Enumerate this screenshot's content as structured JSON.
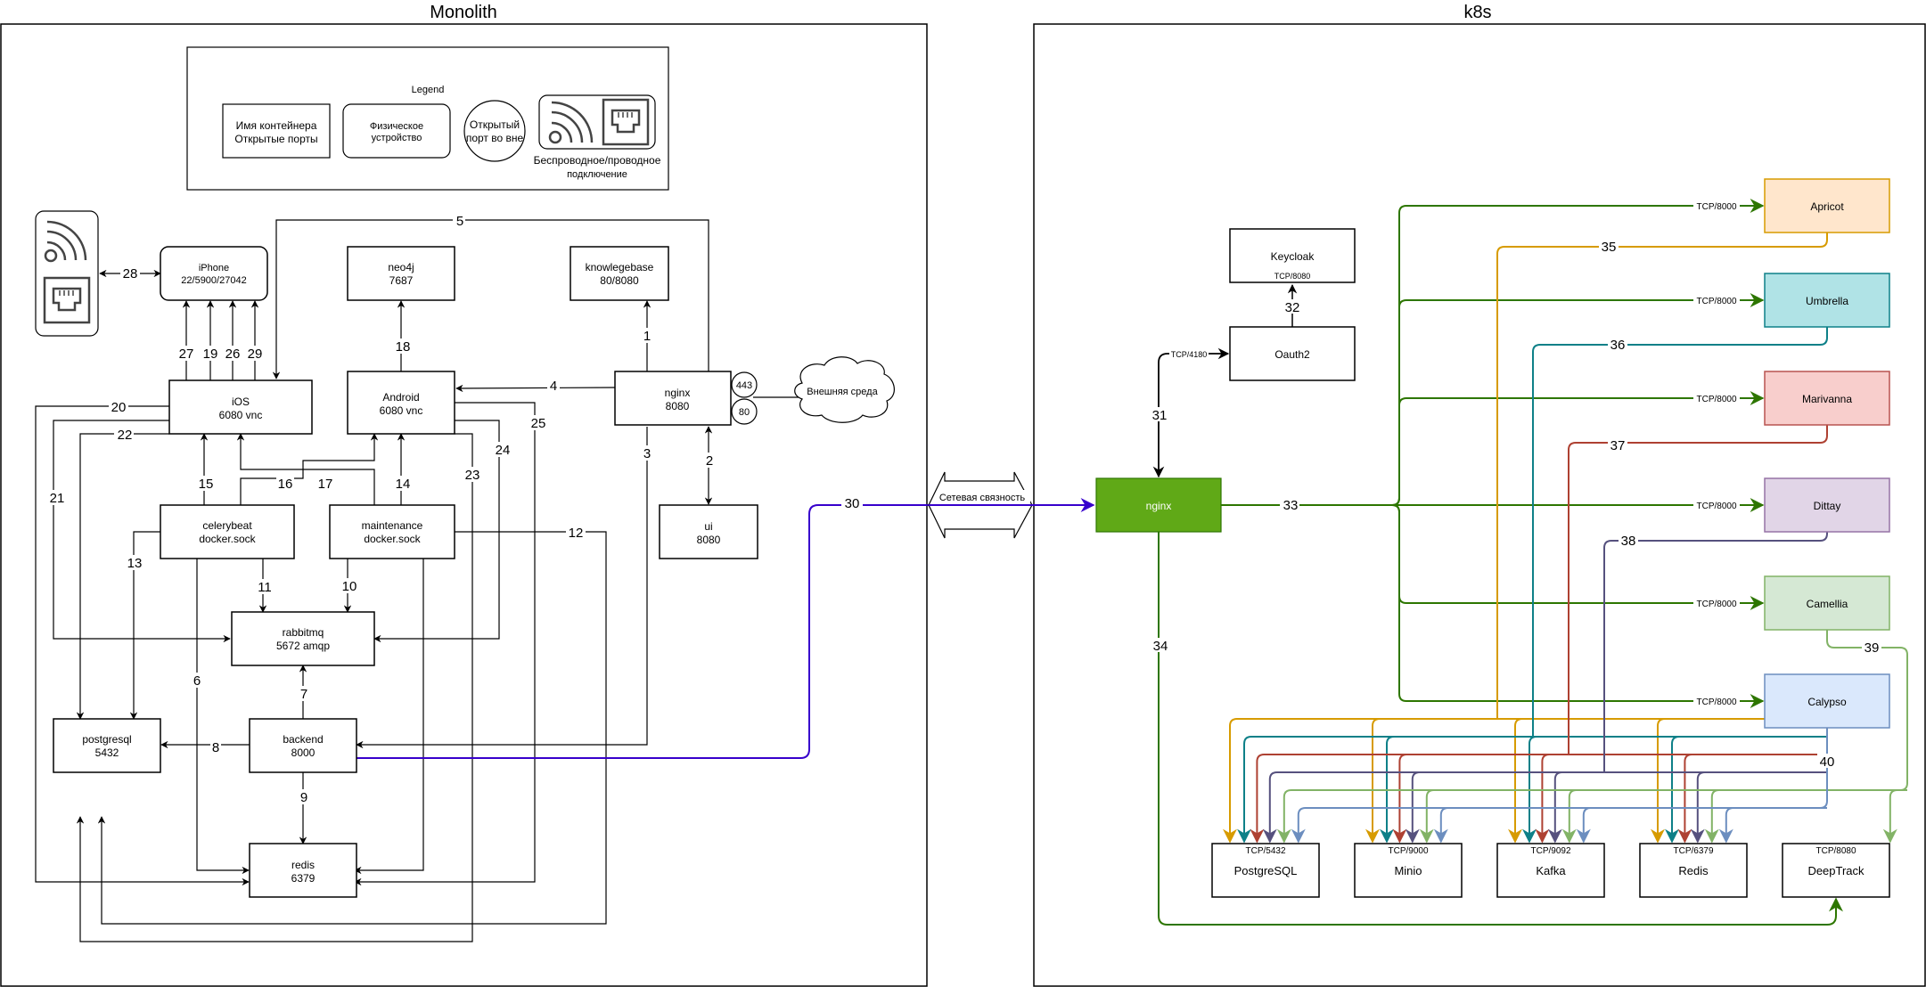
{
  "zones": {
    "monolith": {
      "title": "Monolith"
    },
    "k8s": {
      "title": "k8s"
    }
  },
  "legend": {
    "title": "Legend",
    "container": {
      "line1": "Имя контейнера",
      "line2": "Открытые порты"
    },
    "device": {
      "line1": "Физическое",
      "line2": "устройство"
    },
    "port": {
      "line1": "Открытый",
      "line2": "порт во вне"
    },
    "connection": {
      "line1": "Беспроводное/проводное",
      "line2": "подключение"
    }
  },
  "monolith_nodes": {
    "iphone": {
      "name": "iPhone",
      "ports": "22/5900/27042"
    },
    "neo4j": {
      "name": "neo4j",
      "ports": "7687"
    },
    "knowledgebase": {
      "name": "knowlegebase",
      "ports": "80/8080"
    },
    "ios": {
      "name": "iOS",
      "ports": "6080 vnc"
    },
    "android": {
      "name": "Android",
      "ports": "6080 vnc"
    },
    "nginx": {
      "name": "nginx",
      "ports": "8080",
      "ext_port_1": "443",
      "ext_port_2": "80"
    },
    "external": {
      "name": "Внешняя среда"
    },
    "ui": {
      "name": "ui",
      "ports": "8080"
    },
    "celerybeat": {
      "name": "celerybeat",
      "ports": "docker.sock"
    },
    "maintenance": {
      "name": "maintenance",
      "ports": "docker.sock"
    },
    "rabbitmq": {
      "name": "rabbitmq",
      "ports": "5672 amqp"
    },
    "postgresql": {
      "name": "postgresql",
      "ports": "5432"
    },
    "backend": {
      "name": "backend",
      "ports": "8000"
    },
    "redis": {
      "name": "redis",
      "ports": "6379"
    }
  },
  "network_link": {
    "label": "Сетевая связность"
  },
  "k8s_nodes": {
    "keycloak": {
      "name": "Keycloak",
      "port": "TCP/8080"
    },
    "oauth2": {
      "name": "Oauth2",
      "port_in": "TCP/4180"
    },
    "nginx": {
      "name": "nginx"
    },
    "services": [
      {
        "name": "Apricot",
        "port": "TCP/8000",
        "fill": "#ffe6cc",
        "stroke": "#d79b00",
        "edge_color": "#d79b00"
      },
      {
        "name": "Umbrella",
        "port": "TCP/8000",
        "fill": "#b0e3e6",
        "stroke": "#0e8088",
        "edge_color": "#0e8088"
      },
      {
        "name": "Marivanna",
        "port": "TCP/8000",
        "fill": "#f8cecc",
        "stroke": "#b85450",
        "edge_color": "#ae4132"
      },
      {
        "name": "Dittay",
        "port": "TCP/8000",
        "fill": "#e1d5e7",
        "stroke": "#9673a6",
        "edge_color": "#56517e"
      },
      {
        "name": "Camellia",
        "port": "TCP/8000",
        "fill": "#d5e8d4",
        "stroke": "#82b366",
        "edge_color": "#82b366"
      },
      {
        "name": "Calypso",
        "port": "TCP/8000",
        "fill": "#dae8fc",
        "stroke": "#6c8ebf",
        "edge_color": "#6c8ebf"
      }
    ],
    "backends": [
      {
        "name": "PostgreSQL",
        "port": "TCP/5432"
      },
      {
        "name": "Minio",
        "port": "TCP/9000"
      },
      {
        "name": "Kafka",
        "port": "TCP/9092"
      },
      {
        "name": "Redis",
        "port": "TCP/6379"
      },
      {
        "name": "DeepTrack",
        "port": "TCP/8080"
      }
    ]
  },
  "edge_labels": {
    "e1": "1",
    "e2": "2",
    "e3": "3",
    "e4": "4",
    "e5": "5",
    "e6": "6",
    "e7": "7",
    "e8": "8",
    "e9": "9",
    "e10": "10",
    "e11": "11",
    "e12": "12",
    "e13": "13",
    "e14": "14",
    "e15": "15",
    "e16": "16",
    "e17": "17",
    "e18": "18",
    "e19": "19",
    "e20": "20",
    "e21": "21",
    "e22": "22",
    "e23": "23",
    "e24": "24",
    "e25": "25",
    "e26": "26",
    "e27": "27",
    "e28": "28",
    "e29": "29",
    "e30": "30",
    "e31": "31",
    "e32": "32",
    "e33": "33",
    "e34": "34",
    "e35": "35",
    "e36": "36",
    "e37": "37",
    "e38": "38",
    "e39": "39",
    "e40": "40"
  },
  "colors": {
    "nginx_k8s_fill": "#60a917",
    "nginx_k8s_stroke": "#2d7600",
    "k8s_edge_green": "#2d7600",
    "cross_link": "#3700cc"
  }
}
